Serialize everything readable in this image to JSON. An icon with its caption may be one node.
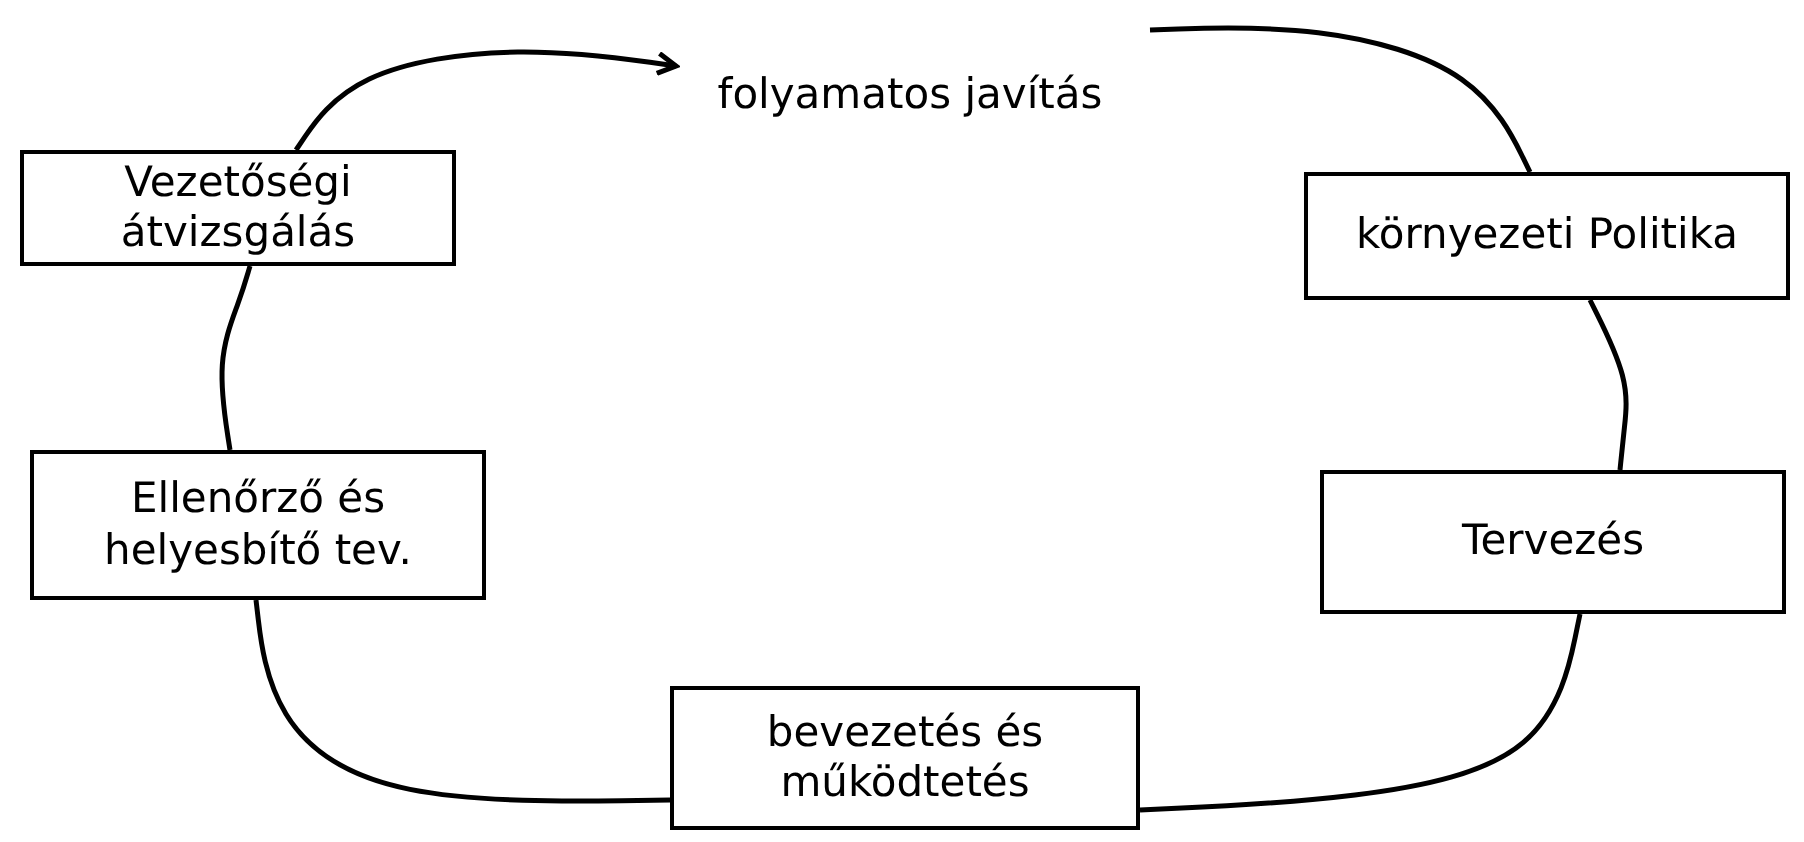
{
  "diagram": {
    "nodes": [
      {
        "text": [
          "Vezetőségi átvizsgálás"
        ]
      },
      {
        "text": [
          "folyamatos javítás"
        ]
      },
      {
        "text": [
          "környezeti Politika"
        ]
      },
      {
        "text": [
          "Ellenőrző és helyesbítő tev."
        ]
      },
      {
        "text": [
          "Tervezés"
        ]
      },
      {
        "text": [
          "bevezetés és működtetés"
        ]
      }
    ],
    "edges": [
      {
        "from": 0,
        "to": 1,
        "arrow": "to"
      },
      {
        "from": 1,
        "to": 2,
        "arrow": "none"
      },
      {
        "from": 2,
        "to": 4,
        "arrow": "none"
      },
      {
        "from": 4,
        "to": 5,
        "arrow": "none"
      },
      {
        "from": 5,
        "to": 3,
        "arrow": "none"
      },
      {
        "from": 3,
        "to": 0,
        "arrow": "none"
      }
    ]
  }
}
